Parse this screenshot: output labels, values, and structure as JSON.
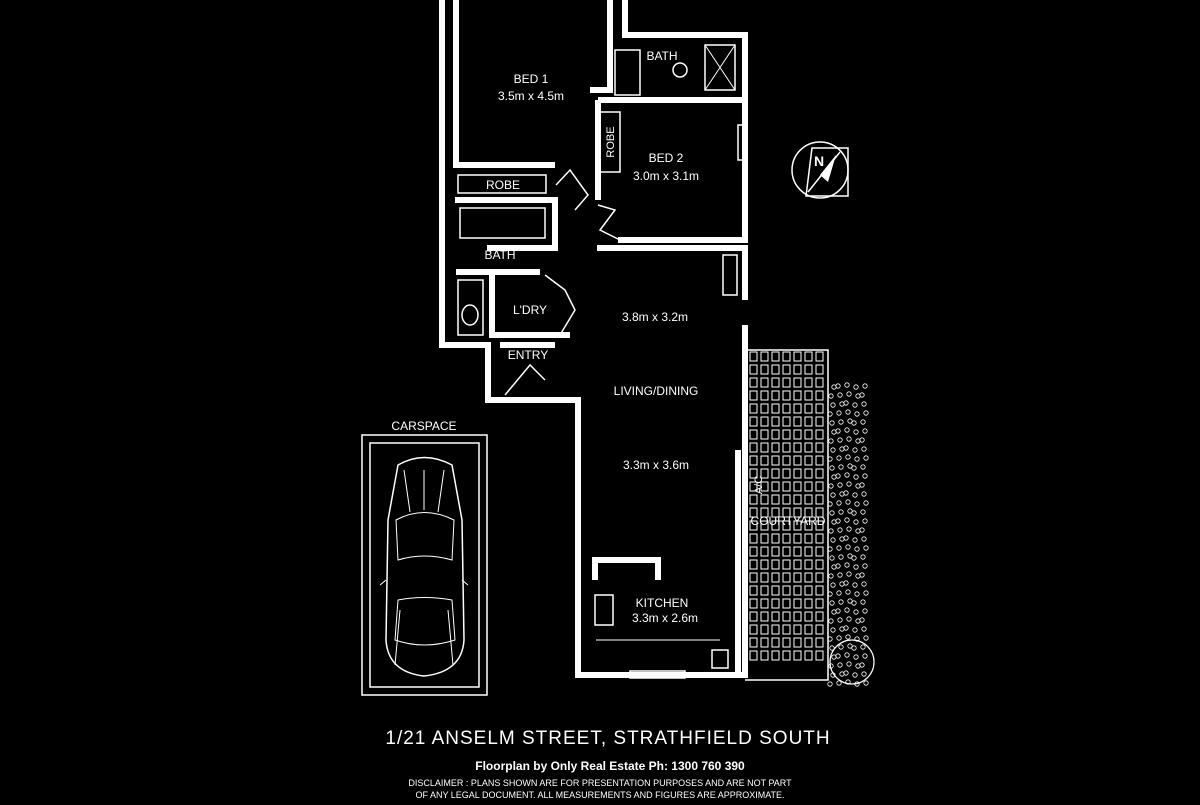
{
  "rooms": {
    "bed1": {
      "name": "BED 1",
      "dims": "3.5m x 4.5m"
    },
    "bath_top": {
      "name": "BATH"
    },
    "robe_vertical": {
      "name": "ROBE"
    },
    "bed2": {
      "name": "BED 2",
      "dims": "3.0m x 3.1m"
    },
    "robe_horizontal": {
      "name": "ROBE"
    },
    "bath_mid": {
      "name": "BATH"
    },
    "laundry": {
      "name": "L'DRY"
    },
    "living_upper": {
      "dims": "3.8m x 3.2m"
    },
    "entry": {
      "name": "ENTRY"
    },
    "living_dining": {
      "name": "LIVING/DINING"
    },
    "living_lower": {
      "dims": "3.3m x 3.6m"
    },
    "ac": {
      "name": "A/C"
    },
    "courtyard": {
      "name": "COURTYARD"
    },
    "kitchen": {
      "name": "KITCHEN",
      "dims": "3.3m x 2.6m"
    },
    "carspace": {
      "name": "CARSPACE"
    }
  },
  "compass": {
    "label": "N"
  },
  "footer": {
    "address": "1/21 ANSELM STREET, STRATHFIELD SOUTH",
    "credit": "Floorplan by Only Real Estate Ph: 1300 760 390",
    "disclaimer_line1": "DISCLAIMER : PLANS SHOWN ARE FOR PRESENTATION PURPOSES AND ARE NOT PART",
    "disclaimer_line2": "OF ANY LEGAL DOCUMENT. ALL MEASUREMENTS AND FIGURES ARE APPROXIMATE."
  },
  "colors": {
    "background": "#000000",
    "lines": "#ffffff"
  }
}
